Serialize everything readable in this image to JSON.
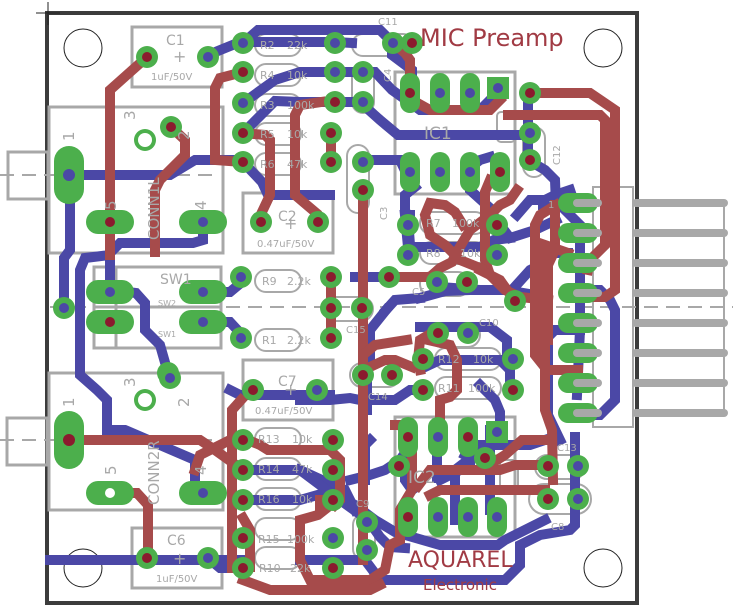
{
  "board": {
    "title": "MIC Preamp",
    "brand": "AQUAREL",
    "brand_sub": "Electronic",
    "colors": {
      "board_outline": "#3c3c3c",
      "top_trace": "#a64b4b",
      "bottom_trace": "#4b48a6",
      "pad": "#4caf4c",
      "silkscreen": "#a8a8a8",
      "title_text": "#a13b44"
    }
  },
  "connectors": {
    "top": {
      "name": "CONN1L",
      "pins": [
        "1",
        "2",
        "3",
        "4",
        "5"
      ]
    },
    "bottom": {
      "name": "CONN2R",
      "pins": [
        "1",
        "2",
        "3",
        "4",
        "5"
      ]
    },
    "header_pin1": "1"
  },
  "switch": {
    "name": "SW1",
    "sub_labels": [
      "SW2",
      "SW1"
    ]
  },
  "components": {
    "C1": {
      "name": "C1",
      "value": "1uF/50V"
    },
    "C2": {
      "name": "C2",
      "value": "0.47uF/50V"
    },
    "C3": {
      "name": "C3"
    },
    "C4": {
      "name": "C4"
    },
    "C5": {
      "name": "C5"
    },
    "C6": {
      "name": "C6",
      "value": "1uF/50V"
    },
    "C7": {
      "name": "C7",
      "value": "0.47uF/50V"
    },
    "C8": {
      "name": "C8"
    },
    "C9": {
      "name": "C9"
    },
    "C10": {
      "name": "C10"
    },
    "C11": {
      "name": "C11"
    },
    "C12": {
      "name": "C12"
    },
    "C13": {
      "name": "C13"
    },
    "C14": {
      "name": "C14"
    },
    "C15": {
      "name": "C15"
    },
    "IC1": {
      "name": "IC1"
    },
    "IC2": {
      "name": "IC2"
    },
    "R1": {
      "name": "R1",
      "value": "2.2k"
    },
    "R2": {
      "name": "R2",
      "value": "22k"
    },
    "R3": {
      "name": "R3",
      "value": "100k"
    },
    "R4": {
      "name": "R4",
      "value": "10k"
    },
    "R5": {
      "name": "R5",
      "value": "10k"
    },
    "R6": {
      "name": "R6",
      "value": "47k"
    },
    "R7": {
      "name": "R7",
      "value": "100k"
    },
    "R8": {
      "name": "R8",
      "value": "10k"
    },
    "R9": {
      "name": "R9",
      "value": "2.2k"
    },
    "R10": {
      "name": "R10",
      "value": "22k"
    },
    "R11": {
      "name": "R11",
      "value": "100k"
    },
    "R12": {
      "name": "R12",
      "value": "10k"
    },
    "R13": {
      "name": "R13",
      "value": "10k"
    },
    "R14": {
      "name": "R14",
      "value": "47k"
    },
    "R15": {
      "name": "R15",
      "value": "100k"
    },
    "R16": {
      "name": "R16",
      "value": "10k"
    }
  },
  "symbols": {
    "plus": "+"
  }
}
